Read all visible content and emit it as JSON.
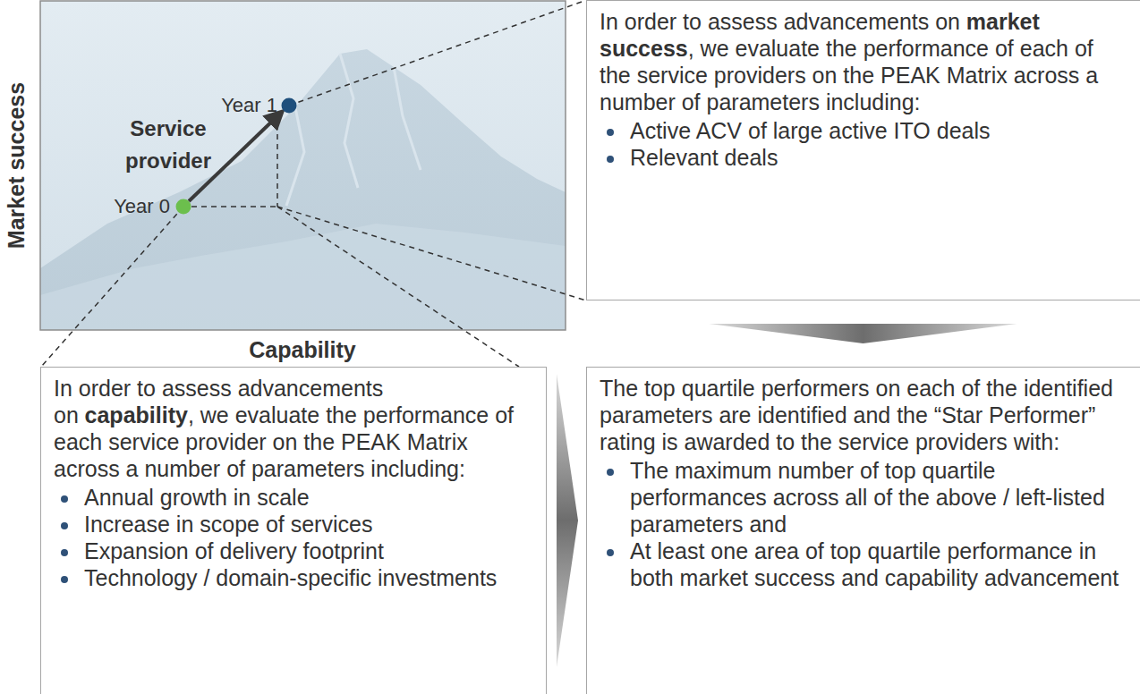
{
  "diagram": {
    "nodes": [
      {
        "text": [
          "In order to assess advancements on",
          "market success",
          ", we evaluate the performance of each of the service providers on the PEAK Matrix across a number of parameters including:",
          "Active ACV of large active ITO deals",
          "Relevant deals"
        ]
      },
      {
        "text": [
          "In order to assess advancements on",
          "capability",
          ", we evaluate the performance of each service provider on the PEAK Matrix across a number of parameters including:",
          "Annual growth in scale",
          "Increase in scope of services",
          "Expansion of delivery footprint",
          "Technology / domain-specific investments"
        ]
      },
      {
        "text": [
          "The top quartile performers on each of the identified parameters are identified and the “Star Performer” rating is awarded to the service providers with:",
          "The maximum number of top quartile performances across all of the above / left-listed parameters and",
          "At least one area of top quartile performance in both market success and capability advancement"
        ]
      }
    ],
    "edges": [
      {
        "from": 0,
        "to": 2,
        "arrow": "to"
      },
      {
        "from": 1,
        "to": 2,
        "arrow": "to"
      }
    ],
    "labels": [
      "Market success",
      "Year 1",
      "Service provider",
      "Year 0",
      "Capability"
    ]
  }
}
